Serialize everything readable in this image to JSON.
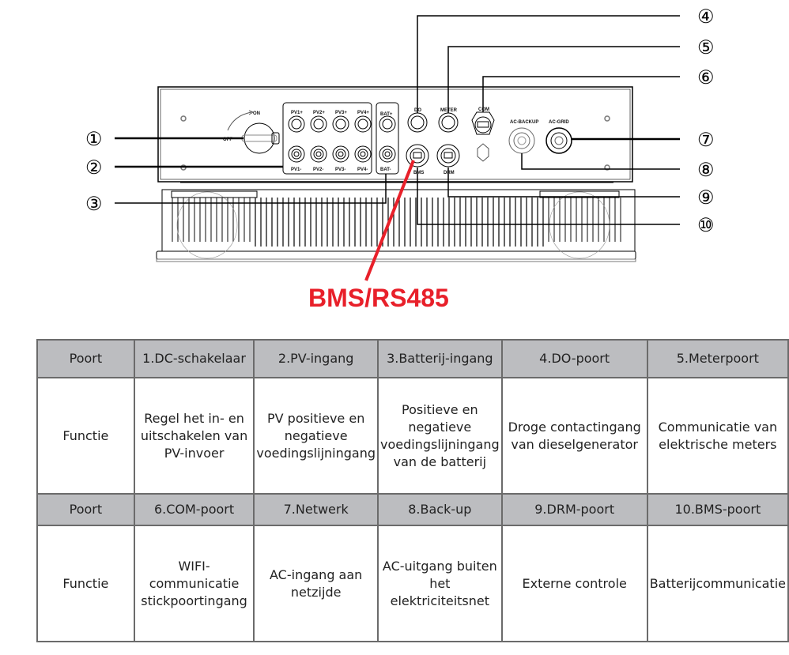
{
  "diagram": {
    "callouts": [
      "①",
      "②",
      "③",
      "④",
      "⑤",
      "⑥",
      "⑦",
      "⑧",
      "⑨",
      "⑩"
    ],
    "device_labels": {
      "switch_on": "ON",
      "switch_off": "OFF",
      "pv_plus": [
        "PV1+",
        "PV2+",
        "PV3+",
        "PV4+"
      ],
      "pv_minus": [
        "PV1-",
        "PV2-",
        "PV3-",
        "PV4-"
      ],
      "bat_plus": "BAT+",
      "bat_minus": "BAT-",
      "do": "DO",
      "meter": "METER",
      "com": "COM",
      "bms": "BMS",
      "drm": "DRM",
      "ac_backup": "AC-BACKUP",
      "ac_grid": "AC-GRID"
    },
    "annotation": "BMS/RS485",
    "annotation_color": "#e8202a"
  },
  "table": {
    "row_header_port": "Poort",
    "row_header_function": "Functie",
    "header_bg": "#bcbdc0",
    "group1": {
      "ports": [
        "1.DC-schakelaar",
        "2.PV-ingang",
        "3.Batterij-ingang",
        "4.DO-poort",
        "5.Meterpoort"
      ],
      "functions": [
        "Regel het in- en uitschakelen van PV-invoer",
        "PV positieve en negatieve voedingslijningang",
        "Positieve en negatieve voedingslijningang van de batterij",
        "Droge contactingang van dieselgenerator",
        "Communicatie van elektrische meters"
      ]
    },
    "group2": {
      "ports": [
        "6.COM-poort",
        "7.Netwerk",
        "8.Back-up",
        "9.DRM-poort",
        "10.BMS-poort"
      ],
      "functions": [
        "WIFI-communicatie stickpoortingang",
        "AC-ingang aan netzijde",
        "AC-uitgang buiten het elektriciteitsnet",
        "Externe controle",
        "Batterijcommunicatie"
      ]
    }
  }
}
